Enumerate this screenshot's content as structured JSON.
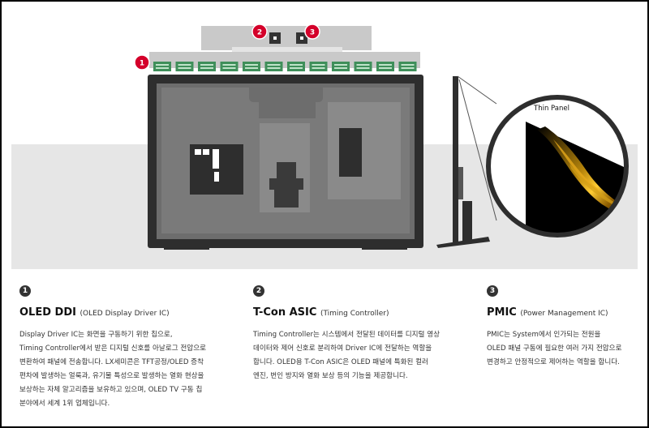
{
  "markers": [
    "1",
    "2",
    "3"
  ],
  "inset": {
    "label": "Thin Panel"
  },
  "sections": [
    {
      "number": "1",
      "title": "OLED DDI",
      "subtitle": "(OLED Display Driver IC)",
      "description": "Display Driver IC는 화면을 구동하기 위한 칩으로,\nTiming Controller에서 받은 디지털 신호를 아날로그 전압으로\n변환하여 패널에 전송합니다. LX세미콘은 TFT공정/OLED 증착\n편차에 발생하는 얼룩과, 유기물 특성으로 발생하는 열화 현상을\n보상하는 자체 알고리즘을 보유하고 있으며, OLED TV 구동 칩\n분야에서 세계 1위 업체입니다."
    },
    {
      "number": "2",
      "title": "T-Con ASIC",
      "subtitle": "(Timing Controller)",
      "description": "Timing Controller는 시스템에서 전달된 데이터를 디지털 영상\n데이터와 제어 신호로 분리하여 Driver IC에 전달하는 역할을\n합니다. OLED용 T-Con ASIC은 OLED 패널에 특화된 컬러\n엔진, 번인 방지와 열화 보상 등의 기능을 제공합니다."
    },
    {
      "number": "3",
      "title": "PMIC",
      "subtitle": "(Power Management IC)",
      "description": "PMIC는 System에서 인가되는 전원을\nOLED 패널 구동에 필요한 여러 가지 전압으로\n변경하고 안정적으로 제어하는 역할을 합니다."
    }
  ]
}
